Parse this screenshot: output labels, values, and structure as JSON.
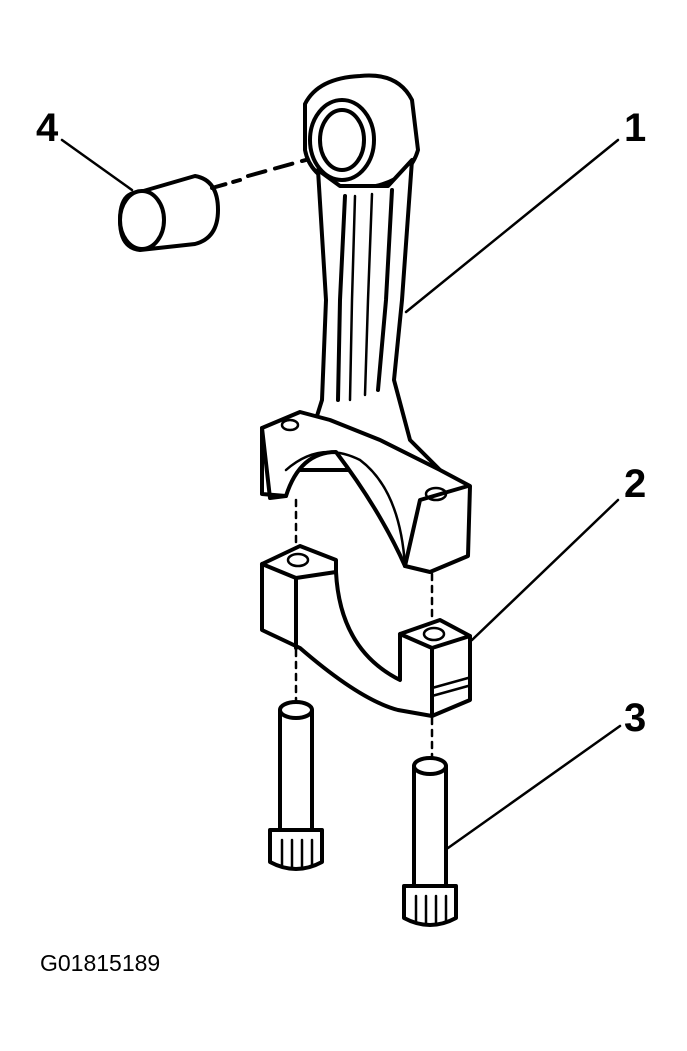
{
  "callouts": [
    {
      "id": "1",
      "label": "1"
    },
    {
      "id": "2",
      "label": "2"
    },
    {
      "id": "3",
      "label": "3"
    },
    {
      "id": "4",
      "label": "4"
    }
  ],
  "figure_code": "G01815189"
}
